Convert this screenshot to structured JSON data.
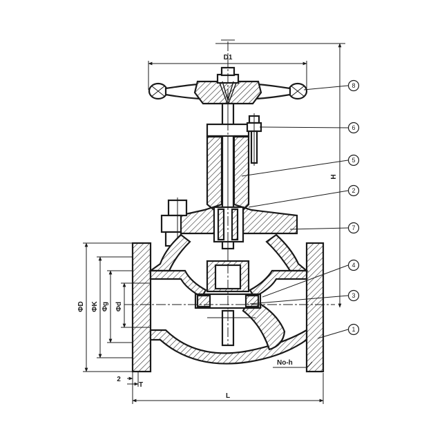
{
  "dimensions": {
    "D1": "D1",
    "H": "H",
    "L": "L",
    "D": "ΦD",
    "K": "ΦK",
    "g": "Φg",
    "d": "Φd",
    "flange_offset": "2",
    "flange_thickness": "T",
    "bolt_holes": "No-h"
  },
  "balloons": [
    "8",
    "6",
    "5",
    "2",
    "7",
    "4",
    "3",
    "1"
  ]
}
